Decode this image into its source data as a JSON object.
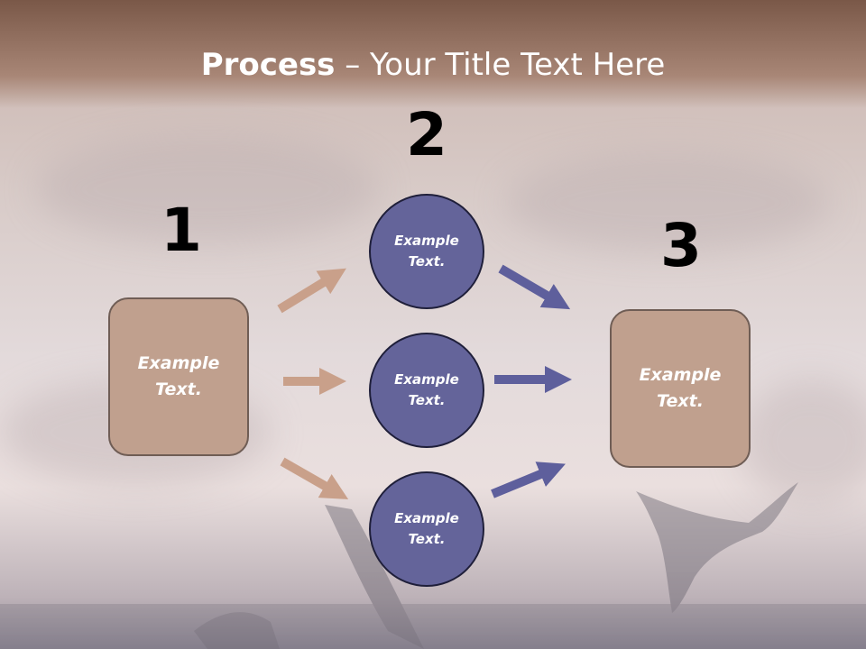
{
  "slide": {
    "title_bold": "Process",
    "title_rest": " – Your Title Text Here",
    "step_numbers": [
      "1",
      "2",
      "3"
    ],
    "left_box": {
      "label": "Example\nText."
    },
    "right_box": {
      "label": "Example\nText."
    },
    "circles": [
      {
        "label": "Example\nText."
      },
      {
        "label": "Example\nText."
      },
      {
        "label": "Example\nText."
      }
    ]
  },
  "colors": {
    "box_fill": "#c0a08e",
    "circle_fill": "#64649a",
    "left_arrow": "#c9a08a",
    "right_arrow": "#5e5f9c",
    "header_band": "#7a5848"
  }
}
